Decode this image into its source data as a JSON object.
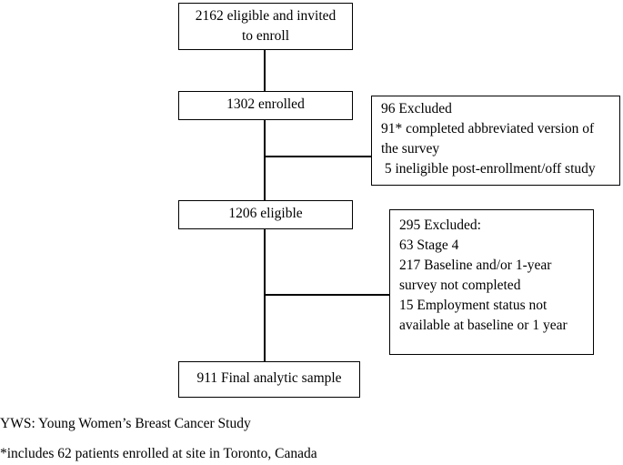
{
  "flowchart": {
    "boxes": {
      "invited": {
        "lines": [
          "2162 eligible and invited",
          "to enroll"
        ]
      },
      "enrolled": {
        "lines": [
          "1302 enrolled"
        ]
      },
      "excluded_1": {
        "lines": [
          "96 Excluded",
          "91* completed abbreviated version of",
          "the survey",
          " 5 ineligible post-enrollment/off study"
        ]
      },
      "eligible": {
        "lines": [
          "1206 eligible"
        ]
      },
      "excluded_2": {
        "lines": [
          "295 Excluded:",
          "63 Stage 4",
          "217 Baseline and/or 1-year",
          "survey not completed",
          "15 Employment status not",
          "available at baseline or 1 year"
        ]
      },
      "final": {
        "lines": [
          "911 Final analytic sample"
        ]
      }
    }
  },
  "footnotes": {
    "yws": "YWS: Young Women’s Breast Cancer Study",
    "asterisk": "*includes 62 patients enrolled at site in Toronto, Canada"
  }
}
